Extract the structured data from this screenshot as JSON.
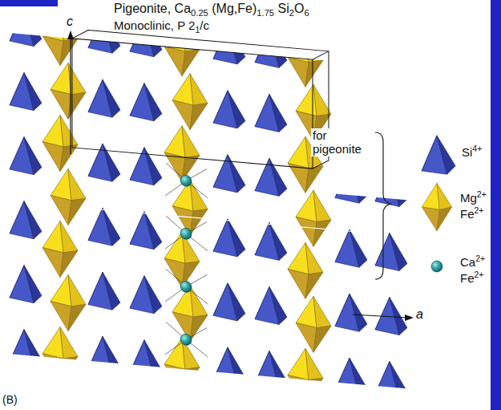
{
  "diagram": {
    "title": "Pigeonite, Ca0.25 (Mg,Fe)1.75 Si2O6",
    "labels": [
      "Monoclinic, P 21/c",
      "c",
      "a",
      "for pigeonite",
      "(B)"
    ],
    "legend": [
      {
        "text": "Si4+"
      },
      {
        "text": "Mg2+"
      },
      {
        "text": "Fe2+"
      },
      {
        "text": "Ca2+"
      },
      {
        "text": "Fe2+"
      }
    ]
  }
}
